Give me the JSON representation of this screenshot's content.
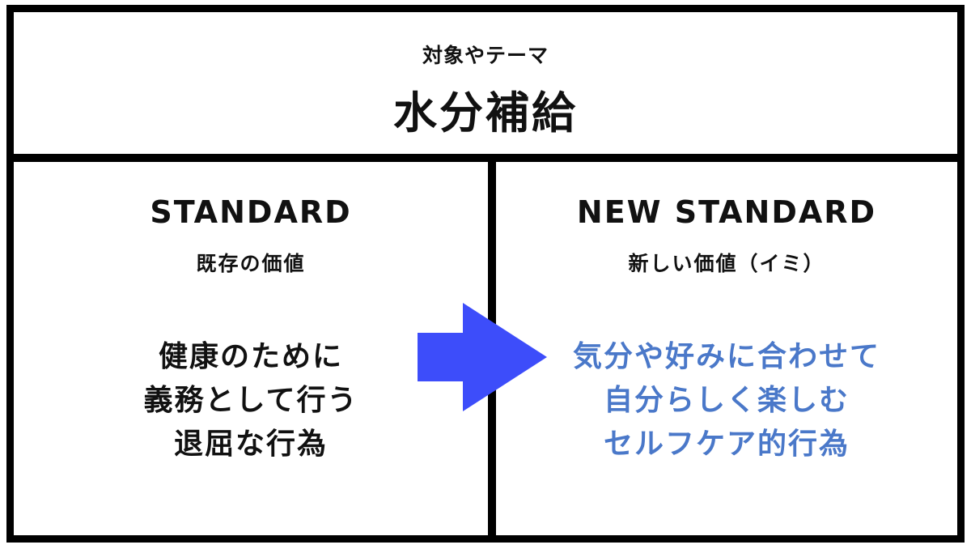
{
  "header": {
    "label": "対象やテーマ",
    "title": "水分補給"
  },
  "standard": {
    "heading": "STANDARD",
    "subheading": "既存の価値",
    "description_lines": [
      "健康のために",
      "義務として行う",
      "退屈な行為"
    ]
  },
  "new_standard": {
    "heading": "NEW STANDARD",
    "subheading": "新しい価値（イミ）",
    "description_lines": [
      "気分や好みに合わせて",
      "自分らしく楽しむ",
      "セルフケア的行為"
    ]
  },
  "colors": {
    "arrow": "#3d4dfa",
    "highlight_text": "#4a78c9",
    "border": "#000000"
  },
  "icons": {
    "arrow": "arrow-right-icon"
  }
}
